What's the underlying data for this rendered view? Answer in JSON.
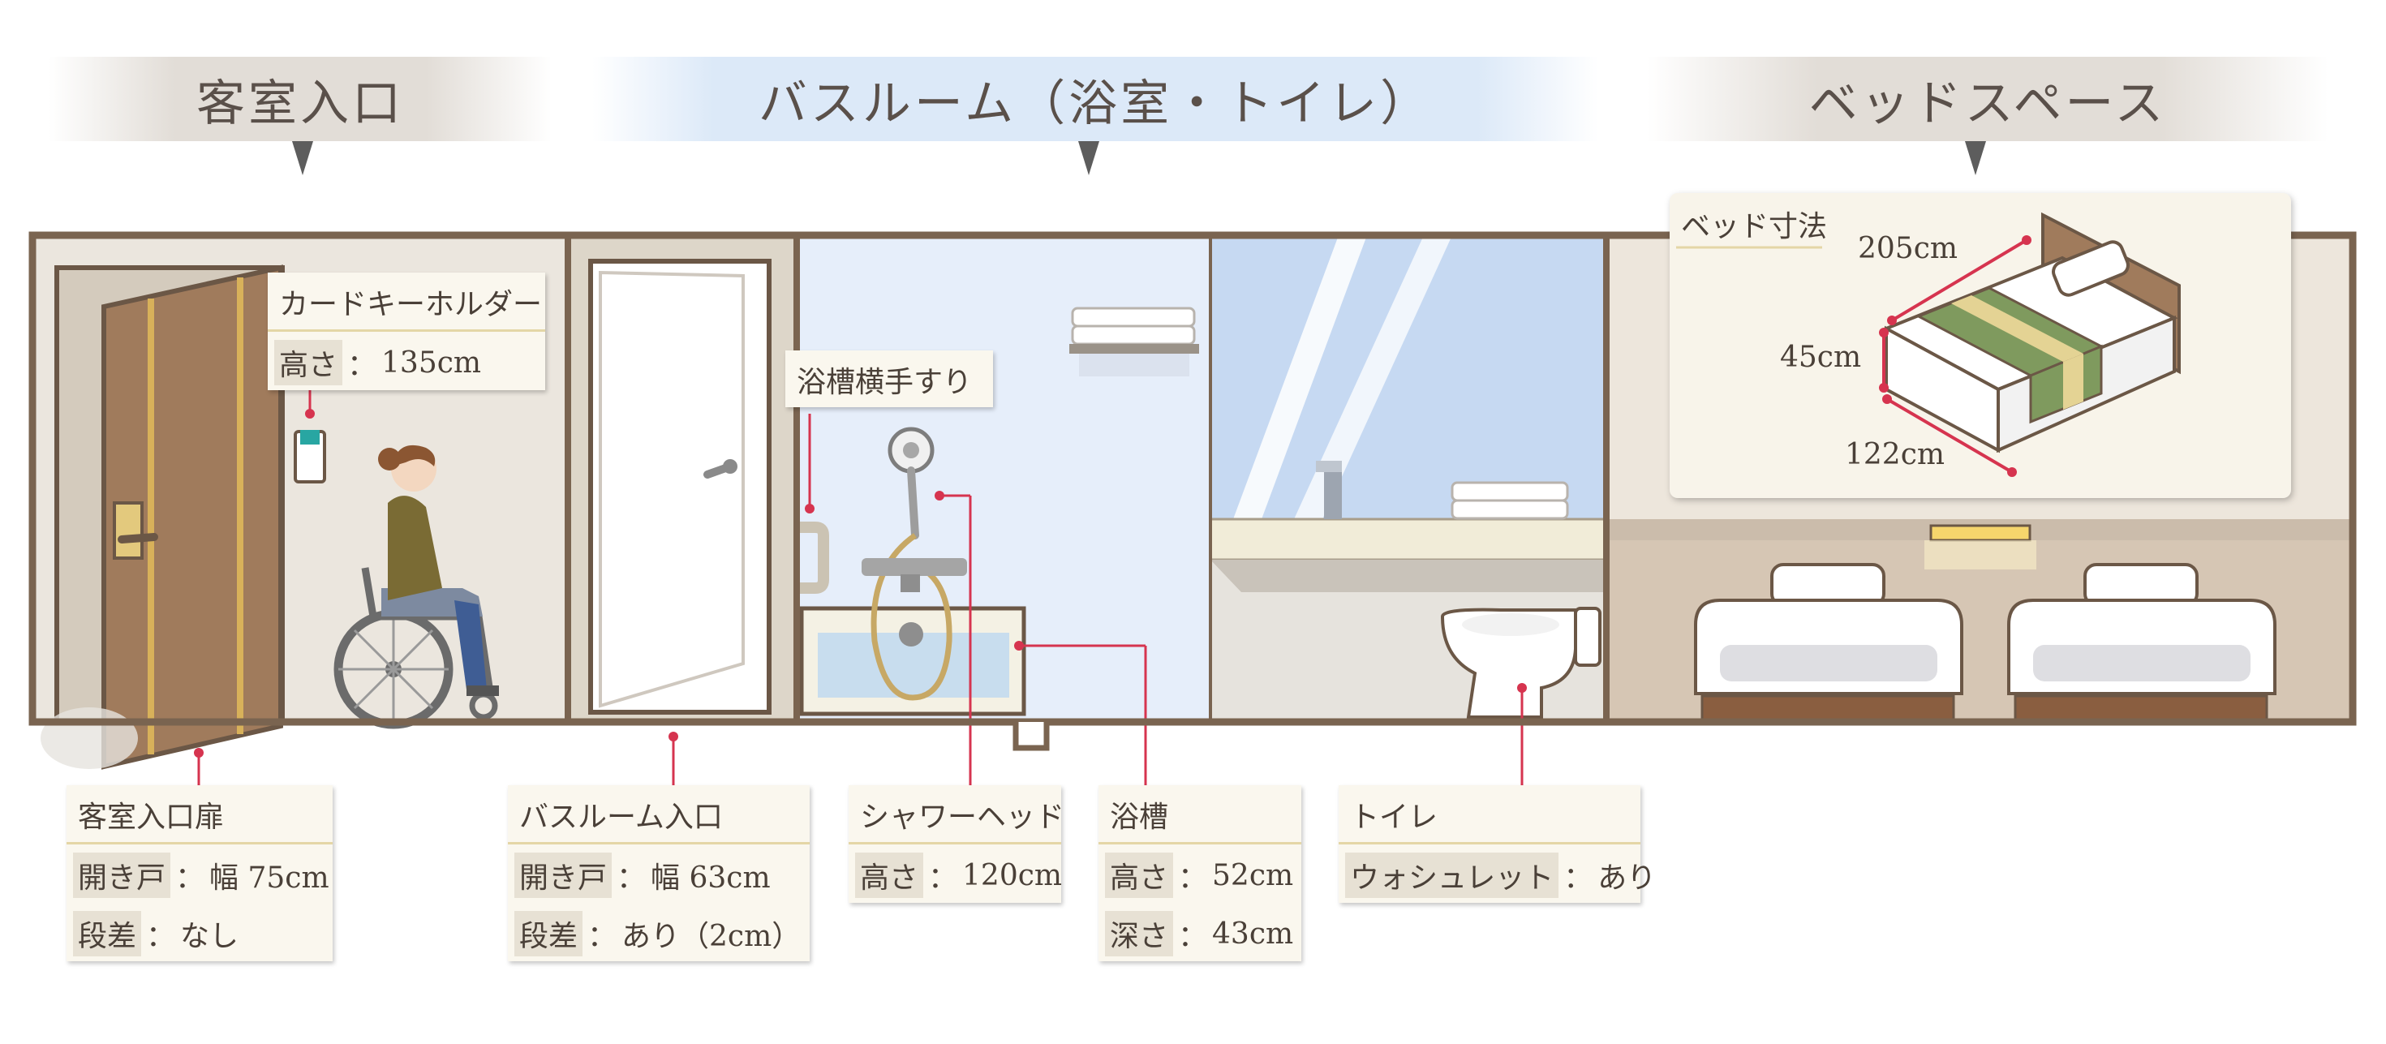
{
  "headers": {
    "entrance": "客室入口",
    "bathroom": "バスルーム（浴室・トイレ）",
    "bed_space": "ベッドスペース"
  },
  "callouts": {
    "card_key": {
      "title": "カードキーホルダー",
      "row1_label": "高さ",
      "row1_value": "135cm"
    },
    "bath_rail": {
      "title": "浴槽横手すり"
    },
    "entrance_door": {
      "title": "客室入口扉",
      "row1_label": "開き戸",
      "row1_value": "幅 75cm",
      "row2_label": "段差",
      "row2_value": "なし"
    },
    "bathroom_entrance": {
      "title": "バスルーム入口",
      "row1_label": "開き戸",
      "row1_value": "幅 63cm",
      "row2_label": "段差",
      "row2_value": "あり（2cm）"
    },
    "shower_head": {
      "title": "シャワーヘッド",
      "row1_label": "高さ",
      "row1_value": "120cm"
    },
    "bathtub": {
      "title": "浴槽",
      "row1_label": "高さ",
      "row1_value": "52cm",
      "row2_label": "深さ",
      "row2_value": "43cm"
    },
    "toilet": {
      "title": "トイレ",
      "row1_label": "ウォシュレット",
      "row1_value": "あり"
    }
  },
  "bed_dimensions": {
    "title": "ベッド寸法",
    "length": "205cm",
    "height": "45cm",
    "width": "122cm"
  },
  "separator": "：",
  "colors": {
    "wall": "#7a6450",
    "door": "#a07b5c",
    "accent_line": "#d6344f",
    "bath_bg": "#e6eefa",
    "mirror": "#c6d9f2",
    "bed_runner": "#7f9a5e"
  }
}
